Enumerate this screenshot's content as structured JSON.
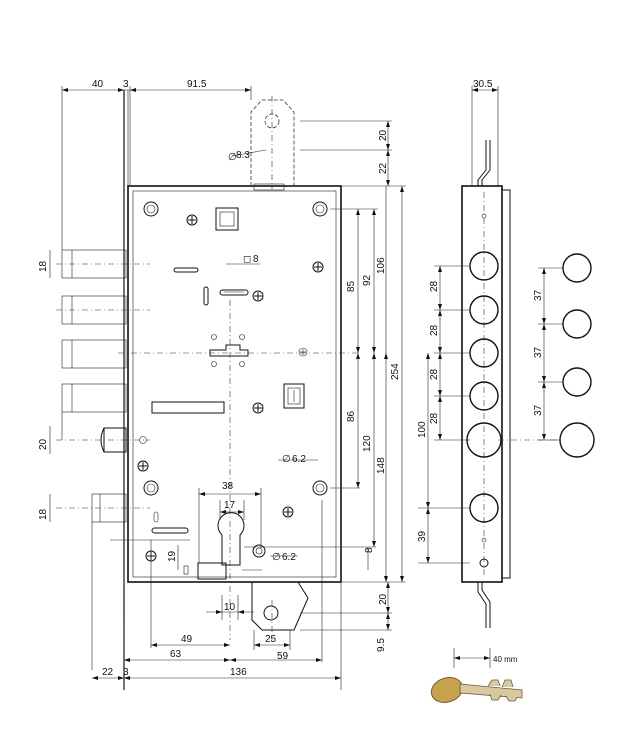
{
  "dimensions": {
    "d40": "40",
    "d3_top": "3",
    "d91_5": "91.5",
    "d20_top": "20",
    "d8_3": "8.3",
    "d22_right": "22",
    "d18_a": "18",
    "d8_square": "8",
    "d85": "85",
    "d92": "92",
    "d106": "106",
    "d254": "254",
    "d86": "86",
    "d120": "120",
    "d148": "148",
    "d20_mid": "20",
    "d6_2_a": "6.2",
    "d18_b": "18",
    "d38": "38",
    "d17": "17",
    "d19": "19",
    "d6_2_b": "6.2",
    "d8_right": "8",
    "d10": "10",
    "d20_bot": "20",
    "d9_5": "9.5",
    "d49": "49",
    "d25": "25",
    "d63": "63",
    "d59": "59",
    "d22_bot": "22",
    "d3_bot": "3",
    "d136": "136",
    "d30_5": "30.5",
    "p28_1": "28",
    "p28_2": "28",
    "p28_3": "28",
    "p28_4": "28",
    "d100": "100",
    "d39": "39",
    "p37_1": "37",
    "p37_2": "37",
    "p37_3": "37",
    "key_40mm": "40 mm",
    "diameter_symbol": "∅",
    "square_symbol": "◻"
  }
}
